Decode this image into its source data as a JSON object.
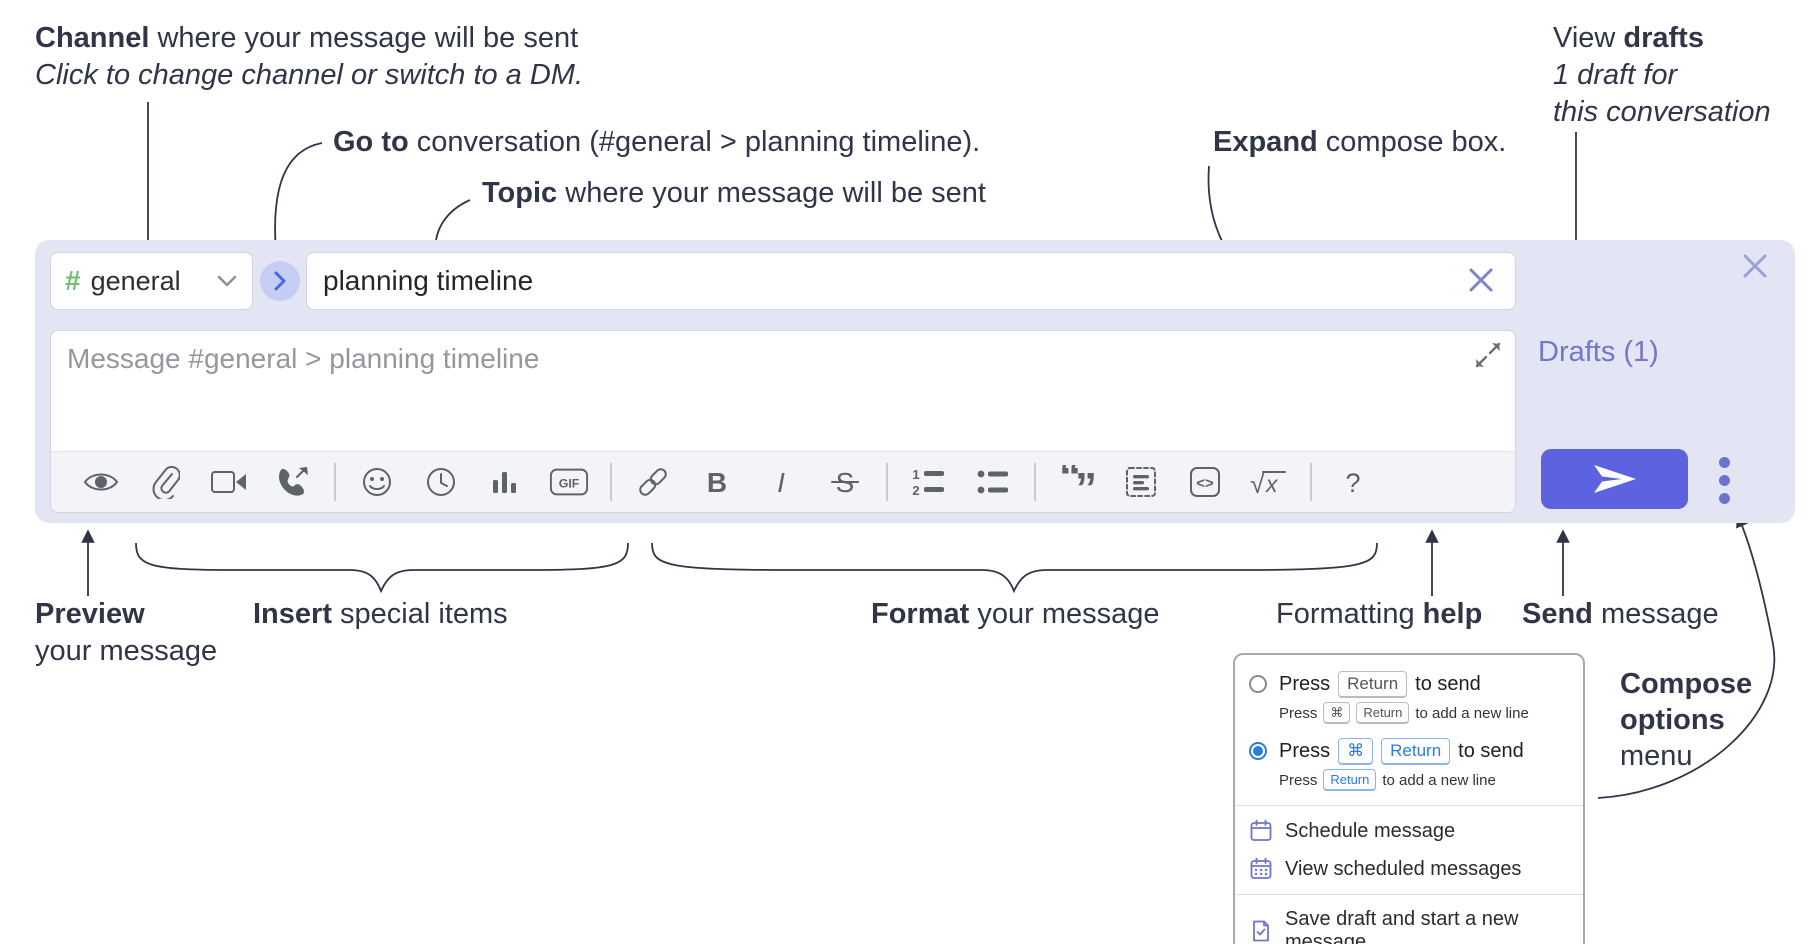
{
  "colors": {
    "annotation": "#303548",
    "compose_bg": "#e3e5f4",
    "box_border": "#d2d5de",
    "channel_hash": "#6fbf73",
    "circle_bg": "#c5cdf4",
    "circle_chevron": "#3f6ce0",
    "placeholder": "#95979c",
    "topic_clear_x": "#7c85c6",
    "compose_close_x": "#9aa0d8",
    "drafts_link": "#7277c6",
    "toolbar_icon": "#5f6268",
    "toolbar_bg": "#f3f4f7",
    "send_button": "#5c62e0",
    "ellipsis": "#6d73ca",
    "kbd_blue": "#2b7ce0",
    "radio_selected": "#2b7ce0",
    "menu_icon": "#6d74cc",
    "menu_border": "#a8a8a8",
    "expand_icon": "#6b6e73"
  },
  "annotations": {
    "channel": {
      "bold": "Channel",
      "rest": " where your message will be sent",
      "sub": "Click to change channel or switch to a DM."
    },
    "goto": {
      "bold": "Go to",
      "rest": " conversation (#general > planning timeline)."
    },
    "topic": {
      "bold": "Topic",
      "rest": " where your message will be sent"
    },
    "expand": {
      "bold": "Expand",
      "rest": " compose box."
    },
    "view_drafts": {
      "pre": "View ",
      "bold": "drafts",
      "line2": "1 draft for",
      "line3": "this conversation"
    },
    "preview": {
      "bold": "Preview",
      "line2": "your message"
    },
    "insert": {
      "bold": "Insert",
      "rest": " special items"
    },
    "format": {
      "bold": "Format",
      "rest": " your message"
    },
    "formatting_help": {
      "pre": "Formatting ",
      "bold": "help"
    },
    "send": {
      "bold": "Send",
      "rest": " message"
    },
    "compose_options": {
      "line1": "Compose",
      "line2": "options",
      "line3": "menu"
    }
  },
  "compose": {
    "channel": {
      "hash": "#",
      "label": "general"
    },
    "topic": {
      "value": "planning timeline"
    },
    "message": {
      "placeholder": "Message #general > planning timeline"
    },
    "drafts_link": "Drafts (1)",
    "toolbar_icons": [
      "preview",
      "attach-file",
      "video-call",
      "audio-call",
      "emoji",
      "global-time",
      "poll",
      "gif",
      "link",
      "bold",
      "italic",
      "strikethrough",
      "numbered-list",
      "bulleted-list",
      "quote",
      "spoiler",
      "code",
      "math",
      "help"
    ],
    "glyphs": {
      "bold": "B",
      "italic": "I",
      "strike": "S",
      "gif": "GIF",
      "code": "<>",
      "root": "√",
      "var": "x",
      "help": "?",
      "one": "1",
      "two": "2",
      "quote_open": "“",
      "quote_close": "”"
    }
  },
  "popup": {
    "enter_option": {
      "press": "Press",
      "key_return": "Return",
      "to_send": "to send",
      "sub_press": "Press",
      "sub_key_cmd": "⌘",
      "sub_key_return": "Return",
      "sub_rest": "to add a new line"
    },
    "cmd_enter_option": {
      "press": "Press",
      "key_cmd": "⌘",
      "key_return": "Return",
      "to_send": "to send",
      "sub_press": "Press",
      "sub_key_return": "Return",
      "sub_rest": "to add a new line"
    },
    "menu_items": [
      {
        "label": "Schedule message"
      },
      {
        "label": "View scheduled messages"
      },
      {
        "label": "Save draft and start a new message"
      }
    ]
  }
}
